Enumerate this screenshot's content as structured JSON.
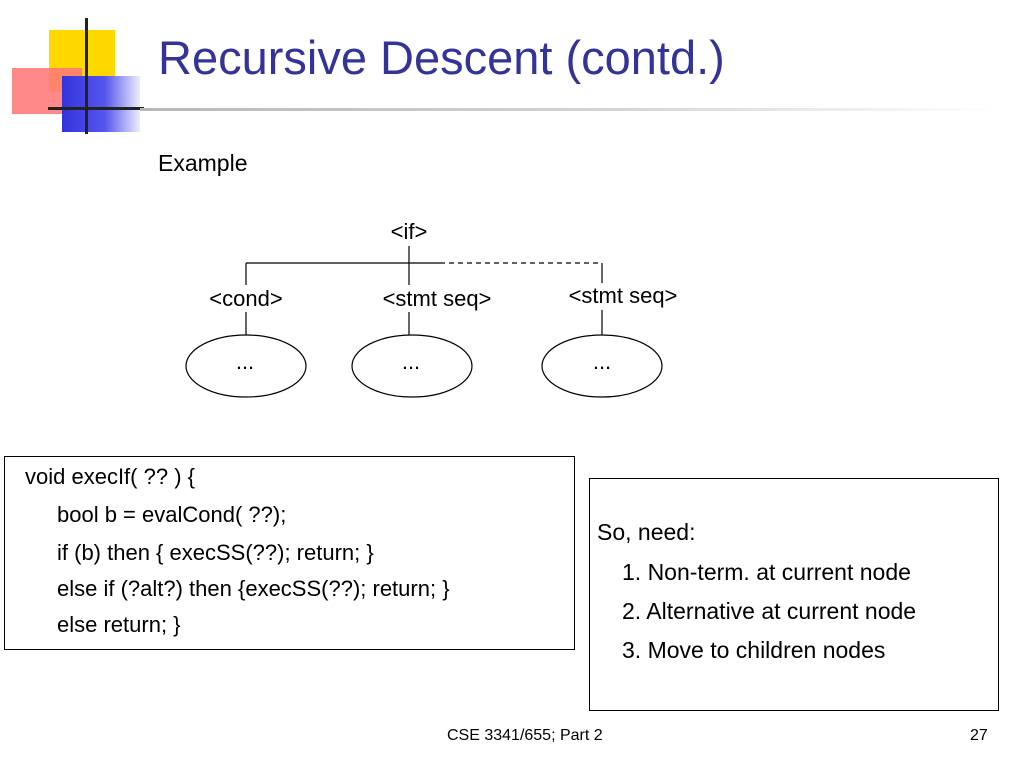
{
  "slide": {
    "title": "Recursive Descent (contd.)",
    "subtitle": "Example"
  },
  "tree": {
    "root": "<if>",
    "children": [
      "<cond>",
      "<stmt seq>",
      "<stmt seq>"
    ],
    "leaves": [
      "...",
      "...",
      "..."
    ]
  },
  "code": {
    "lines": [
      "void execIf( ?? ) {",
      "bool b = evalCond( ??);",
      "if (b) then { execSS(??); return; }",
      "else if (?alt?) then {execSS(??); return; }",
      "else return; }"
    ]
  },
  "need": {
    "heading": "So, need:",
    "items": [
      "1. Non-term. at current node",
      "2. Alternative at current node",
      "3. Move to children nodes"
    ]
  },
  "footer": {
    "course": "CSE 3341/655; Part 2",
    "page": "27"
  }
}
